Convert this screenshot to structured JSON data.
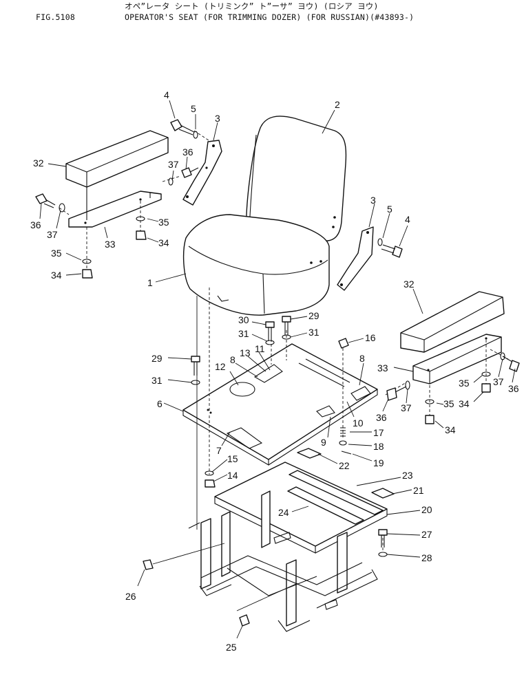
{
  "header": {
    "figure_number": "FIG.5108",
    "title_japanese": "オペˮレータ シート (トリミンクˮ トˮーサˮ ヨウ) (ロシア ヨウ)",
    "title": "OPERATOR'S SEAT (FOR TRIMMING DOZER) (FOR RUSSIAN)(#43893-)"
  },
  "callouts": [
    {
      "id": "c-4a",
      "label": "4"
    },
    {
      "id": "c-5a",
      "label": "5"
    },
    {
      "id": "c-3a",
      "label": "3"
    },
    {
      "id": "c-2",
      "label": "2"
    },
    {
      "id": "c-32a",
      "label": "32"
    },
    {
      "id": "c-37a",
      "label": "37"
    },
    {
      "id": "c-36a",
      "label": "36"
    },
    {
      "id": "c-36b",
      "label": "36"
    },
    {
      "id": "c-37b",
      "label": "37"
    },
    {
      "id": "c-35a",
      "label": "35"
    },
    {
      "id": "c-34a",
      "label": "34"
    },
    {
      "id": "c-33a",
      "label": "33"
    },
    {
      "id": "c-35b",
      "label": "35"
    },
    {
      "id": "c-34b",
      "label": "34"
    },
    {
      "id": "c-3b",
      "label": "3"
    },
    {
      "id": "c-5b",
      "label": "5"
    },
    {
      "id": "c-4b",
      "label": "4"
    },
    {
      "id": "c-1",
      "label": "1"
    },
    {
      "id": "c-32b",
      "label": "32"
    },
    {
      "id": "c-30",
      "label": "30"
    },
    {
      "id": "c-29a",
      "label": "29"
    },
    {
      "id": "c-31a",
      "label": "31"
    },
    {
      "id": "c-31b",
      "label": "31"
    },
    {
      "id": "c-16",
      "label": "16"
    },
    {
      "id": "c-11",
      "label": "11"
    },
    {
      "id": "c-13",
      "label": "13"
    },
    {
      "id": "c-8a",
      "label": "8"
    },
    {
      "id": "c-8b",
      "label": "8"
    },
    {
      "id": "c-29b",
      "label": "29"
    },
    {
      "id": "c-12",
      "label": "12"
    },
    {
      "id": "c-31c",
      "label": "31"
    },
    {
      "id": "c-33b",
      "label": "33"
    },
    {
      "id": "c-37c",
      "label": "37"
    },
    {
      "id": "c-36c",
      "label": "36"
    },
    {
      "id": "c-35c",
      "label": "35"
    },
    {
      "id": "c-35d",
      "label": "35"
    },
    {
      "id": "c-34c",
      "label": "34"
    },
    {
      "id": "c-36d",
      "label": "36"
    },
    {
      "id": "c-37d",
      "label": "37"
    },
    {
      "id": "c-34d",
      "label": "34"
    },
    {
      "id": "c-6",
      "label": "6"
    },
    {
      "id": "c-10",
      "label": "10"
    },
    {
      "id": "c-9",
      "label": "9"
    },
    {
      "id": "c-17",
      "label": "17"
    },
    {
      "id": "c-18",
      "label": "18"
    },
    {
      "id": "c-7",
      "label": "7"
    },
    {
      "id": "c-15",
      "label": "15"
    },
    {
      "id": "c-14",
      "label": "14"
    },
    {
      "id": "c-22",
      "label": "22"
    },
    {
      "id": "c-19",
      "label": "19"
    },
    {
      "id": "c-23",
      "label": "23"
    },
    {
      "id": "c-21",
      "label": "21"
    },
    {
      "id": "c-24",
      "label": "24"
    },
    {
      "id": "c-20",
      "label": "20"
    },
    {
      "id": "c-27",
      "label": "27"
    },
    {
      "id": "c-28",
      "label": "28"
    },
    {
      "id": "c-26",
      "label": "26"
    },
    {
      "id": "c-25",
      "label": "25"
    }
  ]
}
